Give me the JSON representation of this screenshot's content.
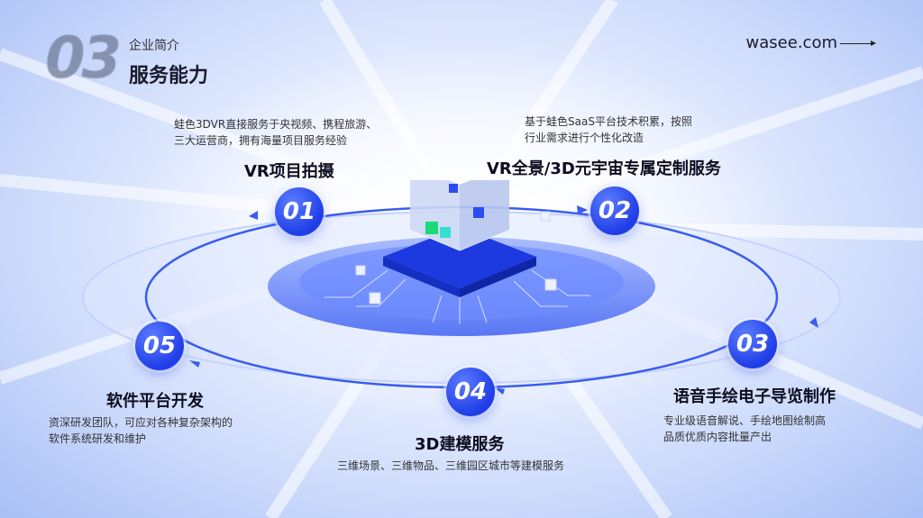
{
  "header": {
    "number": "03",
    "subtitle": "企业简介",
    "title": "服务能力"
  },
  "brand": {
    "text": "wasee.com"
  },
  "colors": {
    "accent": "#1f3de6",
    "text": "#0d0d1f"
  },
  "services": [
    {
      "num": "01",
      "title": "VR项目拍摄",
      "desc_lines": [
        "蛙色3DVR直接服务于央视频、携程旅游、",
        "三大运营商，拥有海量项目服务经验"
      ]
    },
    {
      "num": "02",
      "title": "VR全景/3D元宇宙专属定制服务",
      "desc_lines": [
        "基于蛙色SaaS平台技术积累，按照",
        "行业需求进行个性化改造"
      ]
    },
    {
      "num": "03",
      "title": "语音手绘电子导览制作",
      "desc_lines": [
        "专业级语音解说、手绘地图绘制高",
        "品质优质内容批量产出"
      ]
    },
    {
      "num": "04",
      "title": "3D建模服务",
      "desc_lines": [
        "三维场景、三维物品、三维园区城市等建模服务"
      ]
    },
    {
      "num": "05",
      "title": "软件平台开发",
      "desc_lines": [
        "资深研发团队，可应对各种复杂架构的",
        "软件系统研发和维护"
      ]
    }
  ],
  "icons": {
    "center": "data-cube-chip-icon",
    "arrow": "arrow-right-icon"
  }
}
